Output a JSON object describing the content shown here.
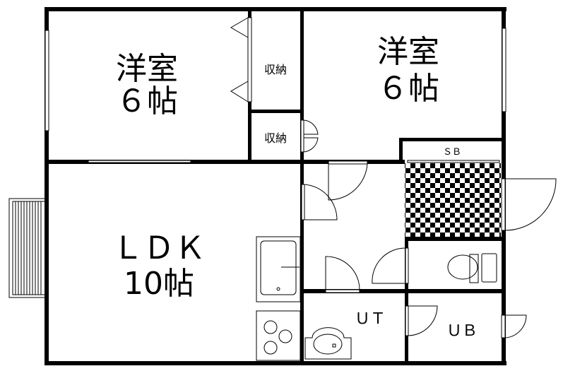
{
  "rooms": {
    "western_room_1": {
      "name": "洋室",
      "size": "６帖"
    },
    "western_room_2": {
      "name": "洋室",
      "size": "６帖"
    },
    "closet_upper": {
      "name": "収納"
    },
    "closet_lower": {
      "name": "収納"
    },
    "ldk": {
      "name": "ＬＤＫ",
      "size": "10帖"
    },
    "shoe_box": {
      "name": "ＳＢ"
    },
    "utility": {
      "name": "ＵＴ"
    },
    "unit_bath": {
      "name": "ＵＢ"
    }
  },
  "colors": {
    "wall": "#000000",
    "background": "#ffffff"
  }
}
